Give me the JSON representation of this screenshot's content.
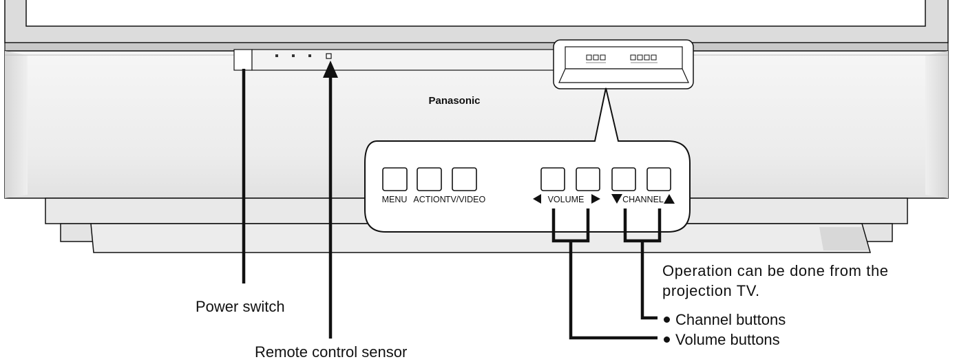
{
  "tv": {
    "brand": "Panasonic",
    "panel_buttons": [
      {
        "id": "menu",
        "label": "MENU"
      },
      {
        "id": "action",
        "label": "ACTION"
      },
      {
        "id": "tv-video",
        "label": "TV/VIDEO"
      },
      {
        "id": "volume-down",
        "label": ""
      },
      {
        "id": "volume-up",
        "label": ""
      },
      {
        "id": "channel-down",
        "label": ""
      },
      {
        "id": "channel-up",
        "label": ""
      }
    ],
    "volume_label": "VOLUME",
    "channel_label": "CHANNEL"
  },
  "callouts": {
    "power_switch": "Power switch",
    "remote_sensor": "Remote control sensor",
    "operation_note": "Operation can be done from the projection TV.",
    "channel_buttons": "Channel buttons",
    "volume_buttons": "Volume buttons"
  },
  "colors": {
    "outline": "#111111",
    "cabinet": "#ededed",
    "cabinet_light": "#f7f7f7",
    "cabinet_dark": "#d4d4d4",
    "panel": "#ffffff"
  }
}
